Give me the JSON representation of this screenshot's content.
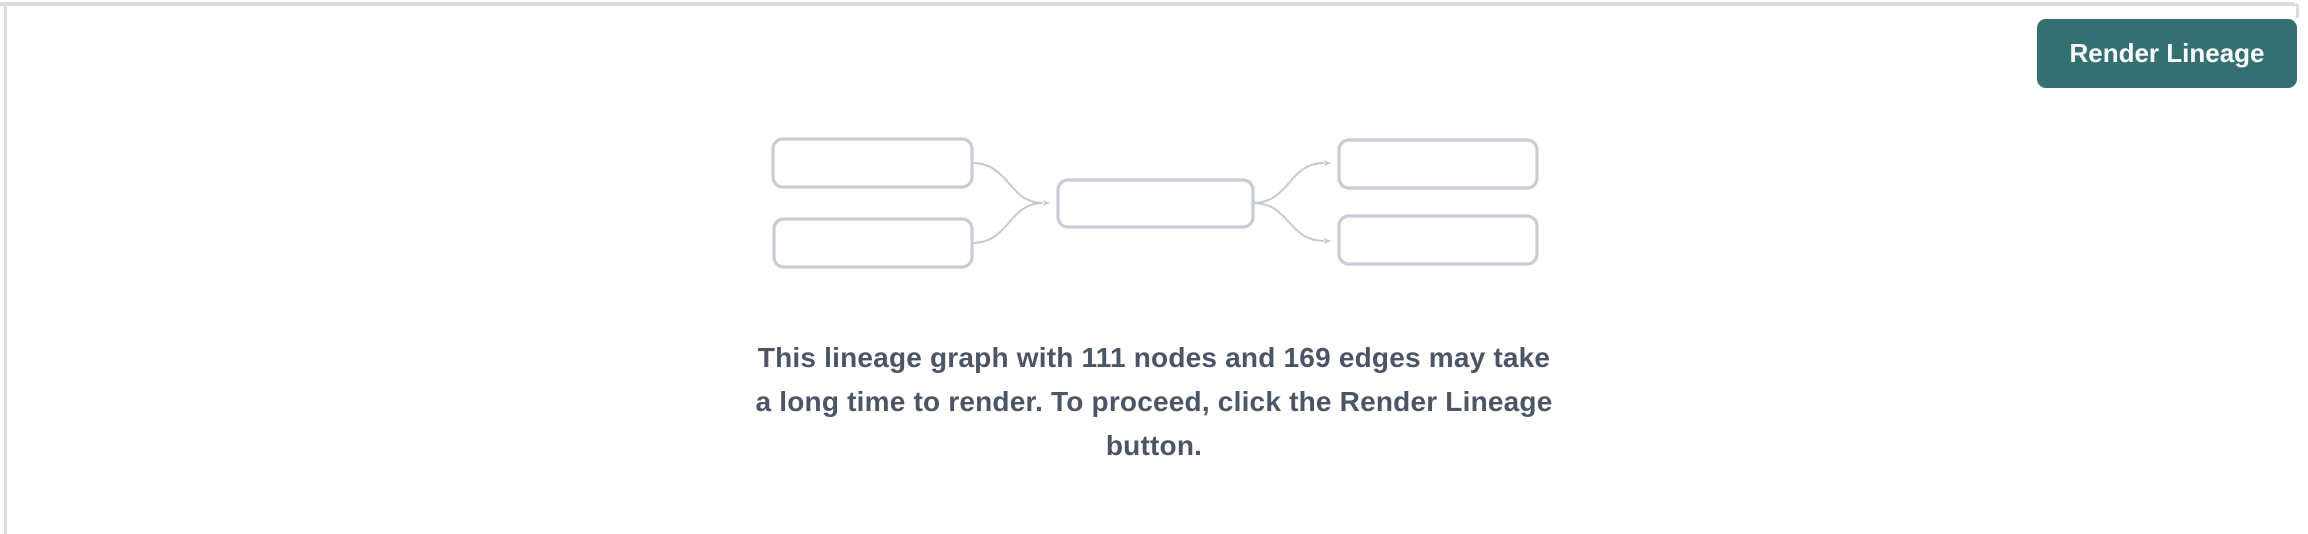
{
  "colors": {
    "accent": "#347072",
    "button-text": "#FBFDFD",
    "node-border": "#C7CCD5",
    "edge": "#C4CAD3",
    "message-text": "#4B5565",
    "divider": "#DCDCE0",
    "background": "#FFFFFF"
  },
  "toolbar": {
    "render_button_label": "Render Lineage"
  },
  "graph_preview": {
    "kind": "placeholder-lineage-diagram",
    "node_boxes": 5,
    "edges": 4
  },
  "message": {
    "lines": [
      "This lineage graph with 111 nodes and 169 edges may take",
      "a long time to render. To proceed, click the Render Lineage",
      "button."
    ],
    "node_count": 111,
    "edge_count": 169
  }
}
